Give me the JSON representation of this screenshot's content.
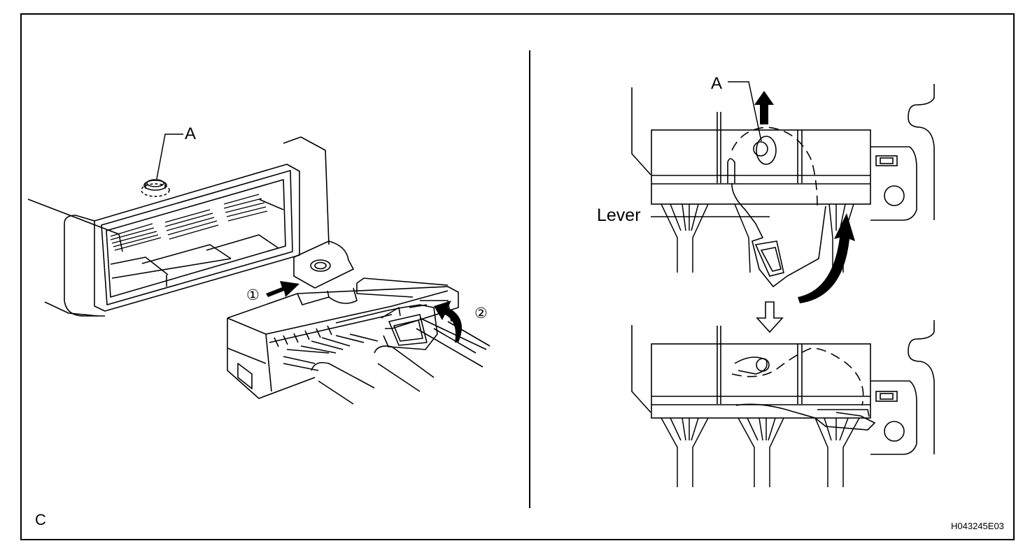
{
  "diagram": {
    "left_view": {
      "callout_letter": "A",
      "step_one": "①",
      "step_two": "②"
    },
    "right_view": {
      "callout_letter": "A",
      "lever_label": "Lever"
    },
    "corner_letter": "C",
    "figure_code": "H043245E03"
  }
}
